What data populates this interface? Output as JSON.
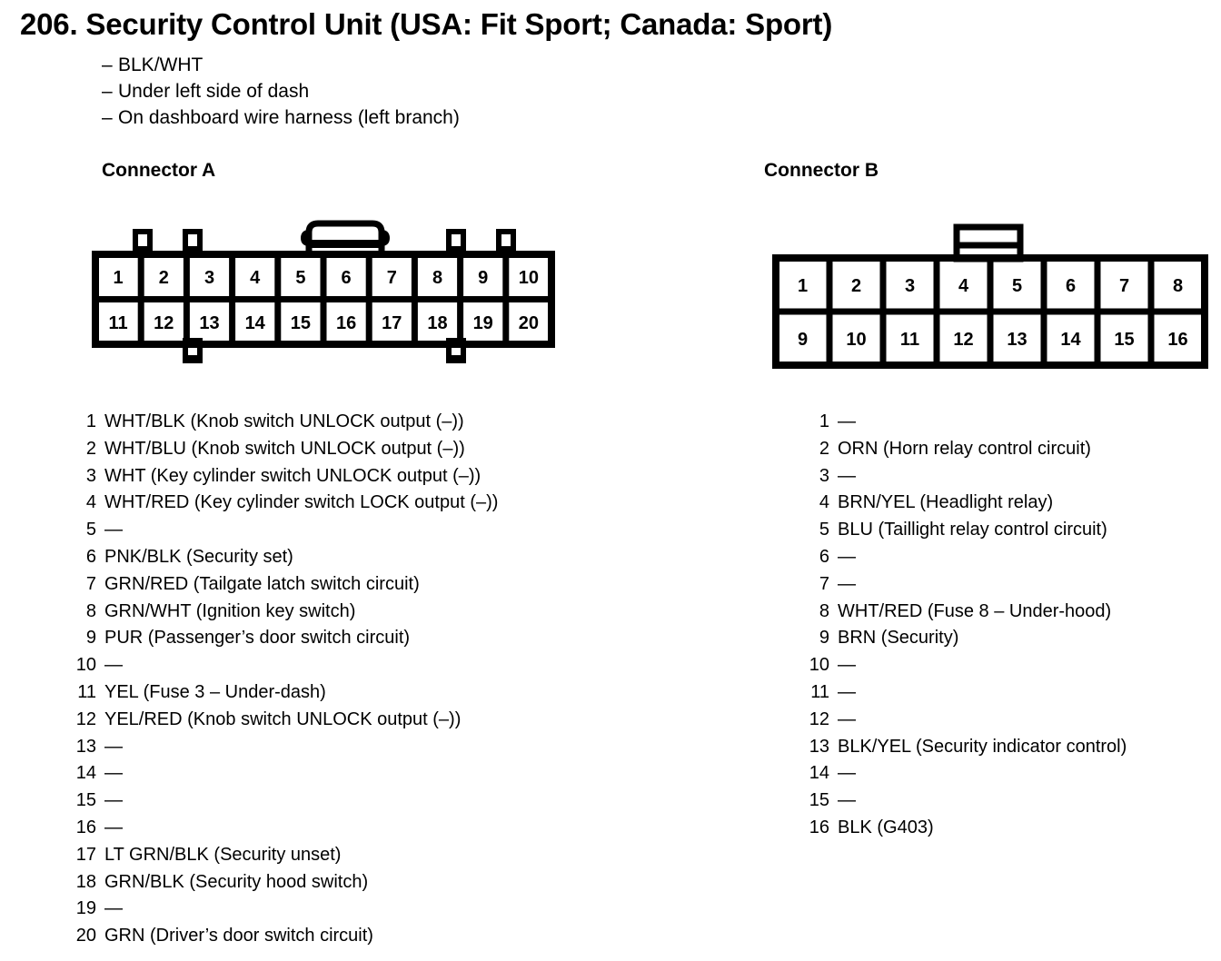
{
  "document": {
    "title": "206. Security Control Unit (USA: Fit Sport; Canada: Sport)",
    "attributes": [
      "BLK/WHT",
      "Under left side of dash",
      "On dashboard wire harness (left branch)"
    ]
  },
  "connector_a": {
    "heading": "Connector A",
    "cavity_rows": [
      [
        "1",
        "2",
        "3",
        "4",
        "5",
        "6",
        "7",
        "8",
        "9",
        "10"
      ],
      [
        "11",
        "12",
        "13",
        "14",
        "15",
        "16",
        "17",
        "18",
        "19",
        "20"
      ]
    ],
    "pins": [
      {
        "number": "1",
        "desc": "WHT/BLK (Knob switch UNLOCK output (–))"
      },
      {
        "number": "2",
        "desc": "WHT/BLU (Knob switch UNLOCK output (–))"
      },
      {
        "number": "3",
        "desc": "WHT (Key cylinder switch UNLOCK output (–))"
      },
      {
        "number": "4",
        "desc": "WHT/RED (Key cylinder switch LOCK output (–))"
      },
      {
        "number": "5",
        "desc": "—"
      },
      {
        "number": "6",
        "desc": "PNK/BLK (Security set)"
      },
      {
        "number": "7",
        "desc": "GRN/RED (Tailgate latch switch circuit)"
      },
      {
        "number": "8",
        "desc": "GRN/WHT (Ignition key switch)"
      },
      {
        "number": "9",
        "desc": "PUR (Passenger’s door switch circuit)"
      },
      {
        "number": "10",
        "desc": "—"
      },
      {
        "number": "11",
        "desc": "YEL (Fuse 3 – Under-dash)"
      },
      {
        "number": "12",
        "desc": "YEL/RED (Knob switch UNLOCK output (–))"
      },
      {
        "number": "13",
        "desc": "—"
      },
      {
        "number": "14",
        "desc": "—"
      },
      {
        "number": "15",
        "desc": "—"
      },
      {
        "number": "16",
        "desc": "—"
      },
      {
        "number": "17",
        "desc": "LT GRN/BLK (Security unset)"
      },
      {
        "number": "18",
        "desc": "GRN/BLK (Security hood switch)"
      },
      {
        "number": "19",
        "desc": "—"
      },
      {
        "number": "20",
        "desc": "GRN (Driver’s door switch circuit)"
      }
    ]
  },
  "connector_b": {
    "heading": "Connector B",
    "cavity_rows": [
      [
        "1",
        "2",
        "3",
        "4",
        "5",
        "6",
        "7",
        "8"
      ],
      [
        "9",
        "10",
        "11",
        "12",
        "13",
        "14",
        "15",
        "16"
      ]
    ],
    "pins": [
      {
        "number": "1",
        "desc": "—"
      },
      {
        "number": "2",
        "desc": "ORN (Horn relay control circuit)"
      },
      {
        "number": "3",
        "desc": "—"
      },
      {
        "number": "4",
        "desc": "BRN/YEL (Headlight relay)"
      },
      {
        "number": "5",
        "desc": "BLU (Taillight relay control circuit)"
      },
      {
        "number": "6",
        "desc": "—"
      },
      {
        "number": "7",
        "desc": "—"
      },
      {
        "number": "8",
        "desc": "WHT/RED (Fuse 8 – Under-hood)"
      },
      {
        "number": "9",
        "desc": "BRN (Security)"
      },
      {
        "number": "10",
        "desc": "—"
      },
      {
        "number": "11",
        "desc": "—"
      },
      {
        "number": "12",
        "desc": "—"
      },
      {
        "number": "13",
        "desc": "BLK/YEL (Security indicator control)"
      },
      {
        "number": "14",
        "desc": "—"
      },
      {
        "number": "15",
        "desc": "—"
      },
      {
        "number": "16",
        "desc": "BLK (G403)"
      }
    ]
  },
  "colors": {
    "ink": "#000000",
    "paper": "#ffffff"
  }
}
